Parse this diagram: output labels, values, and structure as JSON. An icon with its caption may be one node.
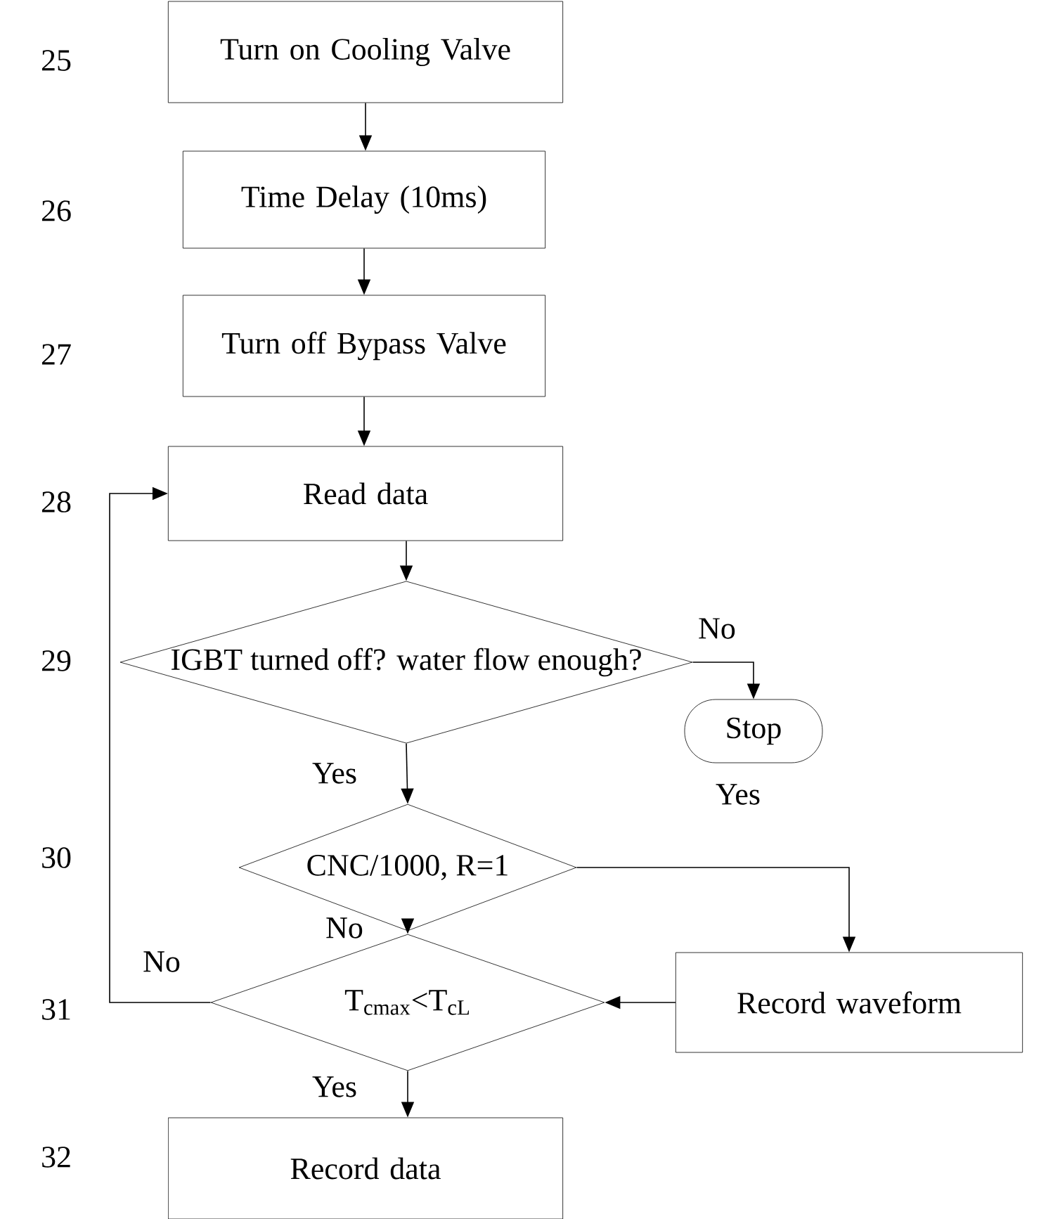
{
  "diagram": {
    "nodes": [
      {
        "text": [
          "Turn on Cooling Valve"
        ]
      },
      {
        "text": [
          "Time Delay (10ms)"
        ]
      },
      {
        "text": [
          "Turn off Bypass Valve"
        ]
      },
      {
        "text": [
          "Read data"
        ]
      },
      {
        "text": [
          "IGBT turned off? water flow enough?"
        ]
      },
      {
        "text": [
          "Stop"
        ]
      },
      {
        "text": [
          "CNC/1000, R=1"
        ]
      },
      {
        "text": [
          "T$_{cmax}$<T$_{cL}$"
        ]
      },
      {
        "text": [
          "Record waveform"
        ]
      },
      {
        "text": [
          "Record data"
        ]
      }
    ],
    "edges": [
      {
        "from": 0,
        "to": 1,
        "arrow": "to"
      },
      {
        "from": 1,
        "to": 2,
        "arrow": "to"
      },
      {
        "from": 2,
        "to": 3,
        "arrow": "to"
      },
      {
        "from": 3,
        "to": 4,
        "arrow": "to"
      },
      {
        "from": 4,
        "to": 5,
        "arrow": "to",
        "label": "No"
      },
      {
        "from": 4,
        "to": 6,
        "arrow": "to",
        "label": "Yes"
      },
      {
        "from": 6,
        "to": 8,
        "arrow": "to",
        "label": "Yes"
      },
      {
        "from": 6,
        "to": 7,
        "arrow": "to",
        "label": "No"
      },
      {
        "from": 8,
        "to": 7,
        "arrow": "to"
      },
      {
        "from": 7,
        "to": 3,
        "arrow": "to",
        "label": "No"
      },
      {
        "from": 7,
        "to": 9,
        "arrow": "to",
        "label": "Yes"
      }
    ],
    "labels": [
      "25",
      "26",
      "27",
      "28",
      "29",
      "30",
      "31",
      "32"
    ]
  }
}
